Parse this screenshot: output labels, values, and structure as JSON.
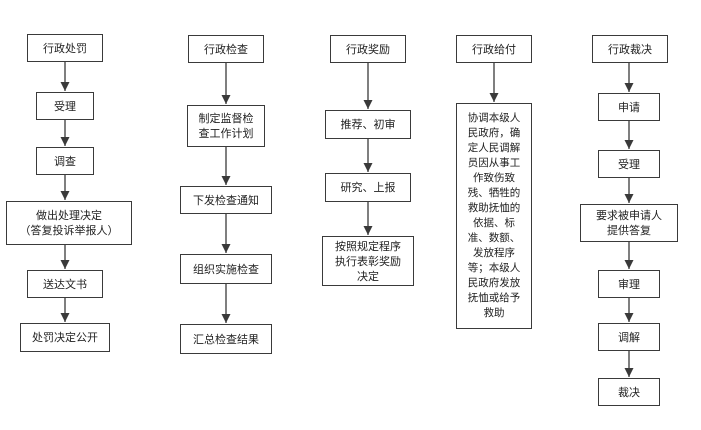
{
  "columns": [
    {
      "id": "penalty",
      "nodes": [
        "行政处罚",
        "受理",
        "调查",
        "做出处理决定\n（答复投诉举报人）",
        "送达文书",
        "处罚决定公开"
      ]
    },
    {
      "id": "inspection",
      "nodes": [
        "行政检查",
        "制定监督检\n查工作计划",
        "下发检查通知",
        "组织实施检查",
        "汇总检查结果"
      ]
    },
    {
      "id": "reward",
      "nodes": [
        "行政奖励",
        "推荐、初审",
        "研究、上报",
        "按照规定程序\n执行表彰奖励\n决定"
      ]
    },
    {
      "id": "payment",
      "nodes": [
        "行政给付",
        "协调本级人\n民政府，确\n定人民调解\n员因从事工\n作致伤致\n残、牺牲的\n救助抚恤的\n依据、标\n准、数额、\n发放程序\n等；本级人\n民政府发放\n抚恤或给予\n救助"
      ]
    },
    {
      "id": "ruling",
      "nodes": [
        "行政裁决",
        "申请",
        "受理",
        "要求被申请人\n提供答复",
        "审理",
        "调解",
        "裁决"
      ]
    }
  ]
}
